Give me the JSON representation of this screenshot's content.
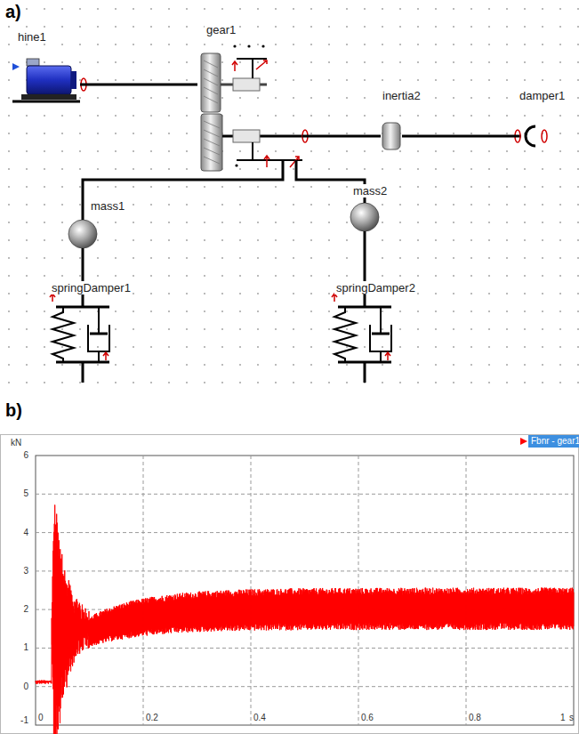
{
  "diagram": {
    "nodes": [
      {
        "text": [
          "hine1"
        ]
      },
      {
        "text": [
          "gear1"
        ]
      },
      {
        "text": [
          "inertia2"
        ]
      },
      {
        "text": [
          "damper1"
        ]
      },
      {
        "text": [
          "mass1"
        ]
      },
      {
        "text": [
          "mass2"
        ]
      },
      {
        "text": [
          "springDamper1"
        ]
      },
      {
        "text": [
          "springDamper2"
        ]
      }
    ],
    "edges": [
      {
        "from": 0,
        "to": 1,
        "arrow": "none"
      },
      {
        "from": 1,
        "to": 2,
        "arrow": "none"
      },
      {
        "from": 2,
        "to": 3,
        "arrow": "none"
      },
      {
        "from": 1,
        "to": 4,
        "arrow": "none"
      },
      {
        "from": 1,
        "to": 5,
        "arrow": "none"
      },
      {
        "from": 4,
        "to": 6,
        "arrow": "none"
      },
      {
        "from": 5,
        "to": 7,
        "arrow": "none"
      }
    ],
    "labels": [
      "a)",
      "b)",
      "kN",
      "6",
      "5",
      "4",
      "3",
      "2",
      "1",
      "0",
      "-1",
      "0",
      "0.2",
      "0.4",
      "0.6",
      "0.8",
      "1",
      "s"
    ],
    "legend": [
      {
        "text": "Fbnr - gear1",
        "color": "#ff0000"
      }
    ]
  }
}
